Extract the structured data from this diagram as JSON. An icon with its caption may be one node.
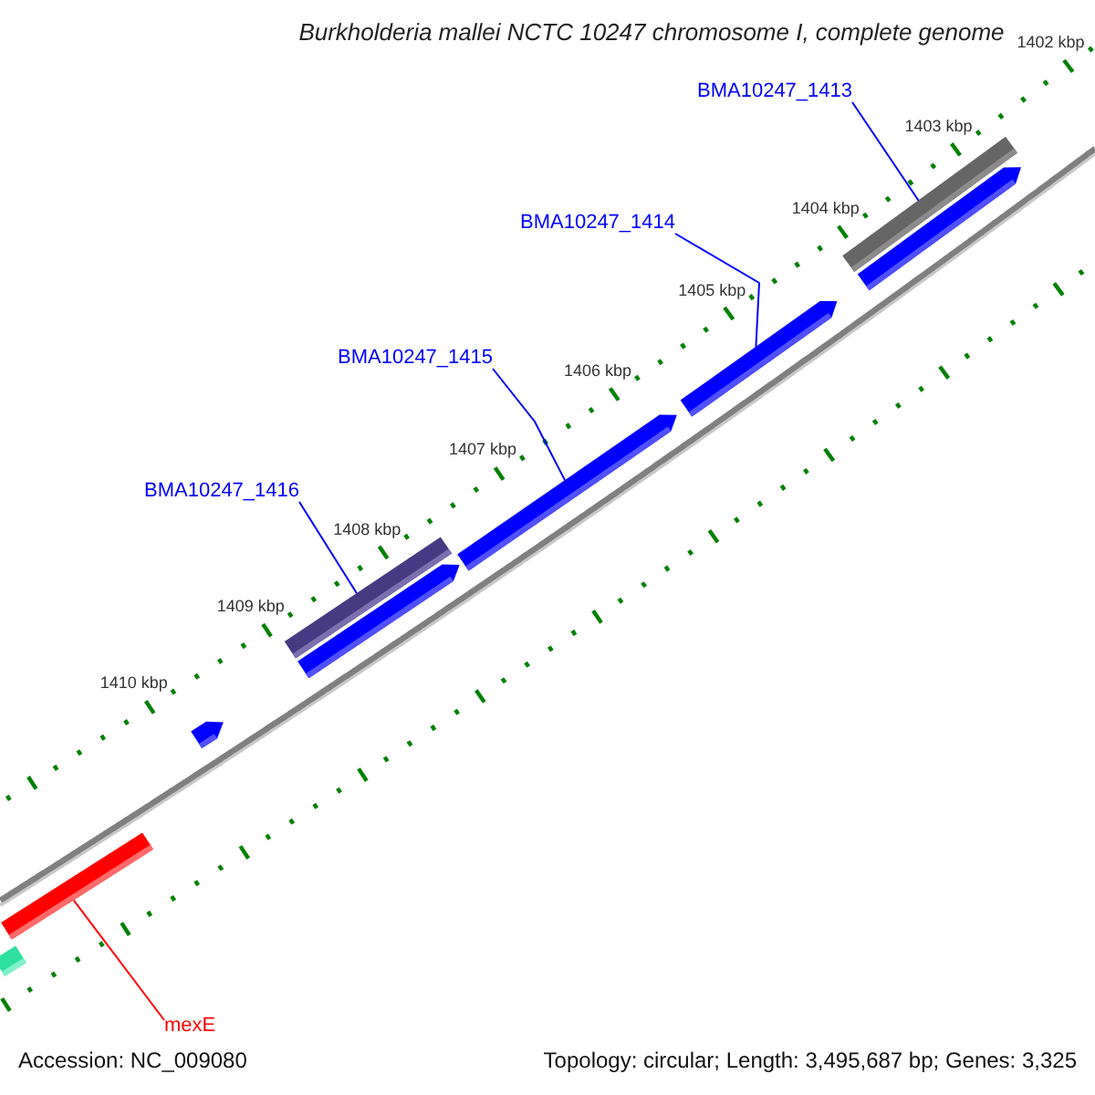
{
  "diagram": {
    "title": "Burkholderia mallei NCTC 10247 chromosome I, complete genome",
    "nodes": [
      {
        "text": [
          "BMA10247_1413"
        ]
      },
      {
        "text": [
          "BMA10247_1414"
        ]
      },
      {
        "text": [
          "BMA10247_1415"
        ]
      },
      {
        "text": [
          "BMA10247_1416"
        ]
      },
      {
        "text": [
          "mexE"
        ]
      },
      {
        "text": [],
        "shape": "bar"
      },
      {
        "text": [],
        "shape": "pentagon"
      },
      {
        "text": [],
        "shape": "pentagon"
      },
      {
        "text": [],
        "shape": "pentagon"
      },
      {
        "text": [],
        "shape": "bar"
      },
      {
        "text": [],
        "shape": "pentagon"
      },
      {
        "text": [],
        "shape": "pentagon"
      },
      {
        "text": [],
        "shape": "bar"
      },
      {
        "text": [],
        "shape": "bar"
      }
    ],
    "edges": [
      {
        "from": 0,
        "to": 5,
        "arrow": "none"
      },
      {
        "from": 1,
        "to": 7,
        "arrow": "none"
      },
      {
        "from": 2,
        "to": 8,
        "arrow": "none"
      },
      {
        "from": 3,
        "to": 9,
        "arrow": "none"
      },
      {
        "from": 4,
        "to": 12,
        "arrow": "none",
        "color": "#ff0000"
      }
    ],
    "labels": [
      "1402 kbp",
      "1403 kbp",
      "1404 kbp",
      "1405 kbp",
      "1406 kbp",
      "1407 kbp",
      "1408 kbp",
      "1409 kbp",
      "1410 kbp",
      "Accession: NC_009080",
      "Topology: circular; Length: 3,495,687 bp; Genes: 3,325"
    ]
  }
}
